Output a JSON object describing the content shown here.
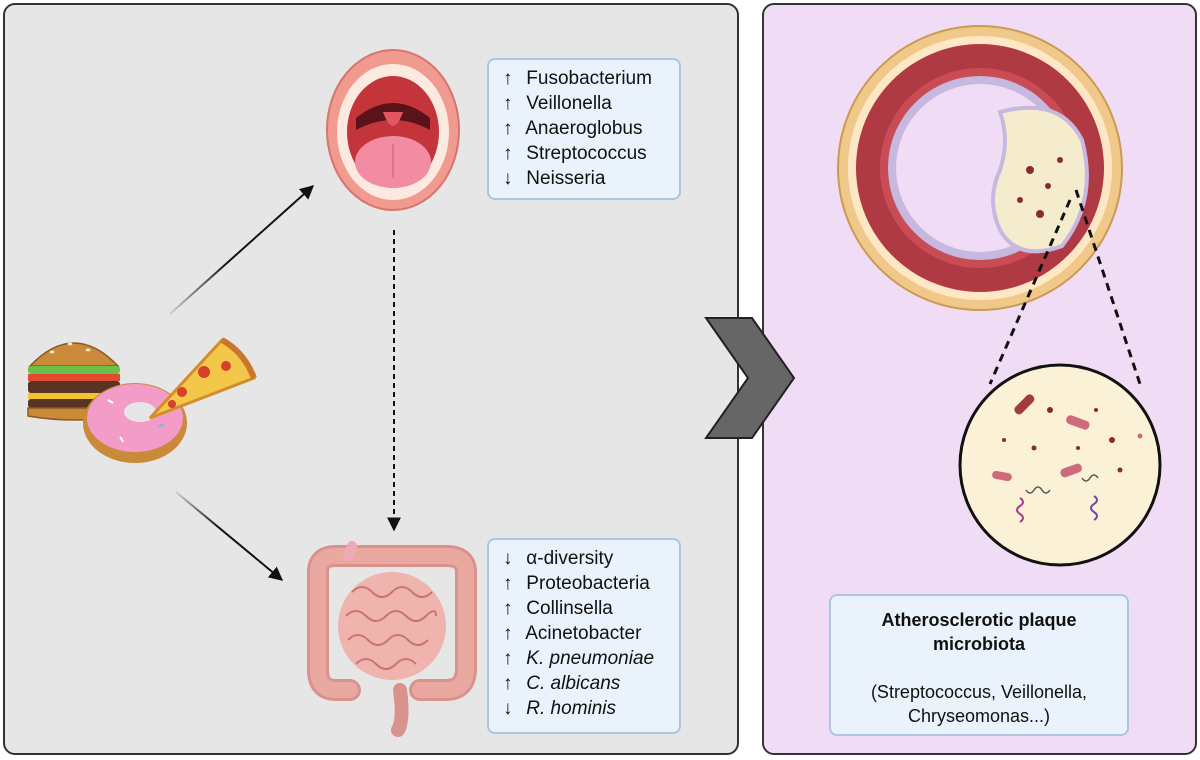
{
  "oral_microbiota": {
    "items": [
      {
        "arrow": "↑",
        "name": "Fusobacterium",
        "italic": false
      },
      {
        "arrow": "↑",
        "name": "Veillonella",
        "italic": false
      },
      {
        "arrow": "↑",
        "name": "Anaeroglobus",
        "italic": false
      },
      {
        "arrow": "↑",
        "name": "Streptococcus",
        "italic": false
      },
      {
        "arrow": "↓",
        "name": "Neisseria",
        "italic": false
      }
    ]
  },
  "gut_microbiota": {
    "items": [
      {
        "arrow": "↓",
        "name": "α-diversity",
        "italic": false
      },
      {
        "arrow": "↑",
        "name": "Proteobacteria",
        "italic": false
      },
      {
        "arrow": "↑",
        "name": "Collinsella",
        "italic": false
      },
      {
        "arrow": "↑",
        "name": "Acinetobacter",
        "italic": false
      },
      {
        "arrow": "↑",
        "name": "K. pneumoniae",
        "italic": true
      },
      {
        "arrow": "↑",
        "name": "C. albicans",
        "italic": true
      },
      {
        "arrow": "↓",
        "name": "R. hominis",
        "italic": true
      }
    ]
  },
  "plaque": {
    "title_line1": "Atherosclerotic plaque",
    "title_line2": "microbiota",
    "subtitle_line1": "(Streptococcus, Veillonella,",
    "subtitle_line2": "Chryseomonas...)"
  },
  "icons": {
    "diet": [
      "burger-icon",
      "donut-icon",
      "pizza-icon"
    ],
    "mouth": "open-mouth-icon",
    "gut": "intestine-icon",
    "artery": "artery-cross-section-icon",
    "magnified": "bacteria-magnified-icon",
    "transition": "chevron-right-icon"
  },
  "colors": {
    "left_panel": "#e6e6e6",
    "right_panel": "#f1dcf6",
    "box_fill": "#eaf2fb",
    "box_border": "#aec5df",
    "chevron": "#666666"
  }
}
